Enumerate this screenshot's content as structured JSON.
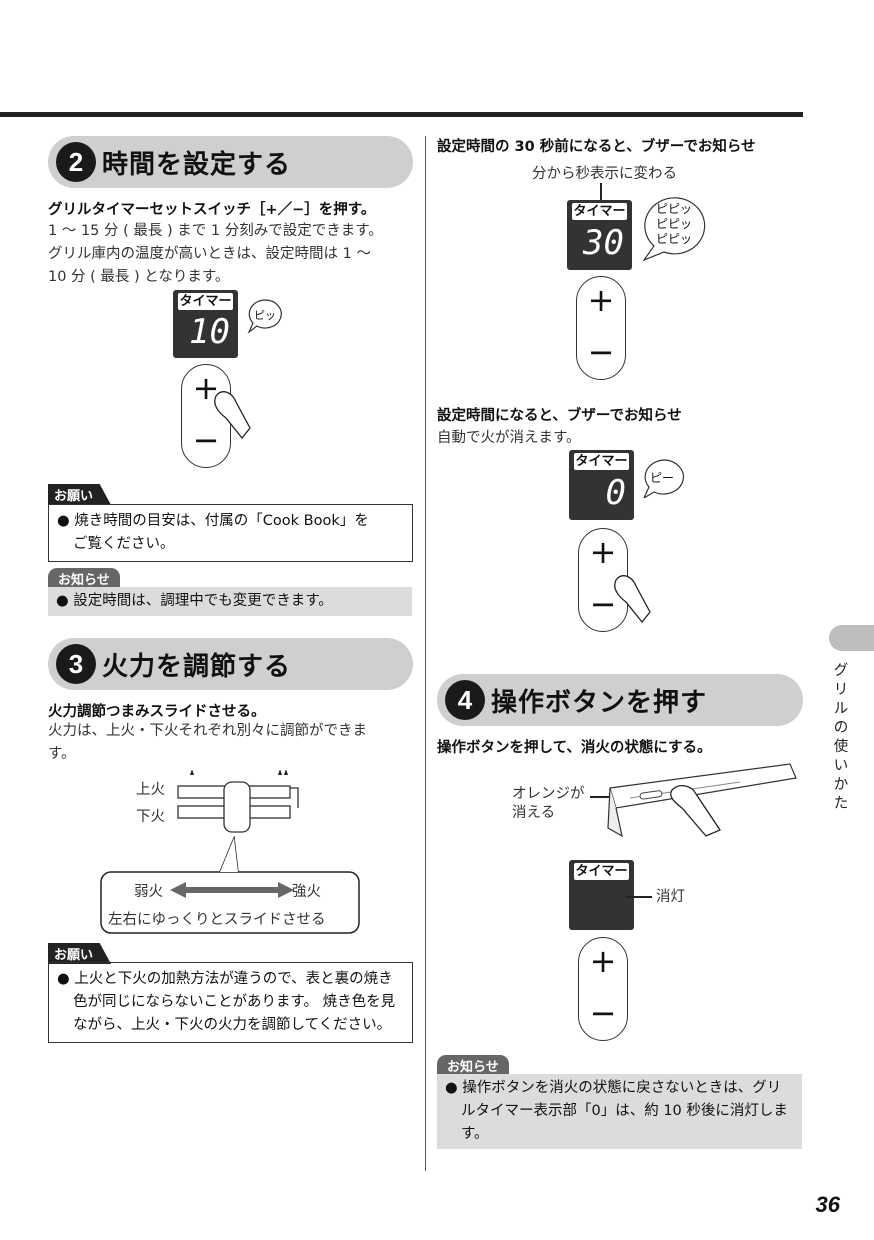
{
  "step2": {
    "num": "2",
    "title": "時間を設定する",
    "instruction": "グリルタイマーセットスイッチ［+／−］を押す。",
    "desc1": "1 〜 15 分 ( 最長 ) まで 1 分刻みで設定できます。",
    "desc2": "グリル庫内の温度が高いときは、設定時間は 1 〜",
    "desc3": "10 分 ( 最長 ) となります。",
    "timer_label": "タイマー",
    "timer_value": "10",
    "bubble": "ピッ",
    "plus": "+",
    "minus": "−"
  },
  "onegai1": {
    "tag": "お願い",
    "line1": "● 焼き時間の目安は、付属の「Cook Book」を",
    "line2": "ご覧ください。"
  },
  "oshirase1": {
    "tag": "お知らせ",
    "line1": "● 設定時間は、調理中でも変更できます。"
  },
  "step3": {
    "num": "3",
    "title": "火力を調節する",
    "instruction": "火力調節つまみスライドさせる。",
    "desc1": "火力は、上火・下火それぞれ別々に調節ができま",
    "desc2": "す。",
    "upper_fire": "上火",
    "lower_fire": "下火",
    "weak": "弱火",
    "strong": "強火",
    "slide_note": "左右にゆっくりとスライドさせる"
  },
  "onegai2": {
    "tag": "お願い",
    "line1": "● 上火と下火の加熱方法が違うので、表と裏の焼き",
    "line2": "色が同じにならないことがあります。 焼き色を見",
    "line3": "ながら、上火・下火の火力を調節してください。"
  },
  "right1": {
    "heading": "設定時間の 30 秒前になると、ブザーでお知らせ",
    "callout": "分から秒表示に変わる",
    "timer_label": "タイマー",
    "timer_value": "30",
    "bubble1": "ピピッ",
    "bubble2": "ピピッ",
    "bubble3": "ピピッ"
  },
  "right2": {
    "heading": "設定時間になると、ブザーでお知らせ",
    "desc": "自動で火が消えます。",
    "timer_label": "タイマー",
    "timer_value": "0",
    "bubble": "ピー"
  },
  "step4": {
    "num": "4",
    "title": "操作ボタンを押す",
    "instruction": "操作ボタンを押して、消火の状態にする。",
    "orange1": "オレンジが",
    "orange2": "消える",
    "timer_label": "タイマー",
    "off_label": "消灯"
  },
  "oshirase2": {
    "tag": "お知らせ",
    "line1": "● 操作ボタンを消火の状態に戻さないときは、グリ",
    "line2": "ルタイマー表示部「0」は、約 10 秒後に消灯します。"
  },
  "side_tab": [
    "グ",
    "リ",
    "ル",
    "の",
    "使",
    "い",
    "か",
    "た"
  ],
  "page_number": "36"
}
